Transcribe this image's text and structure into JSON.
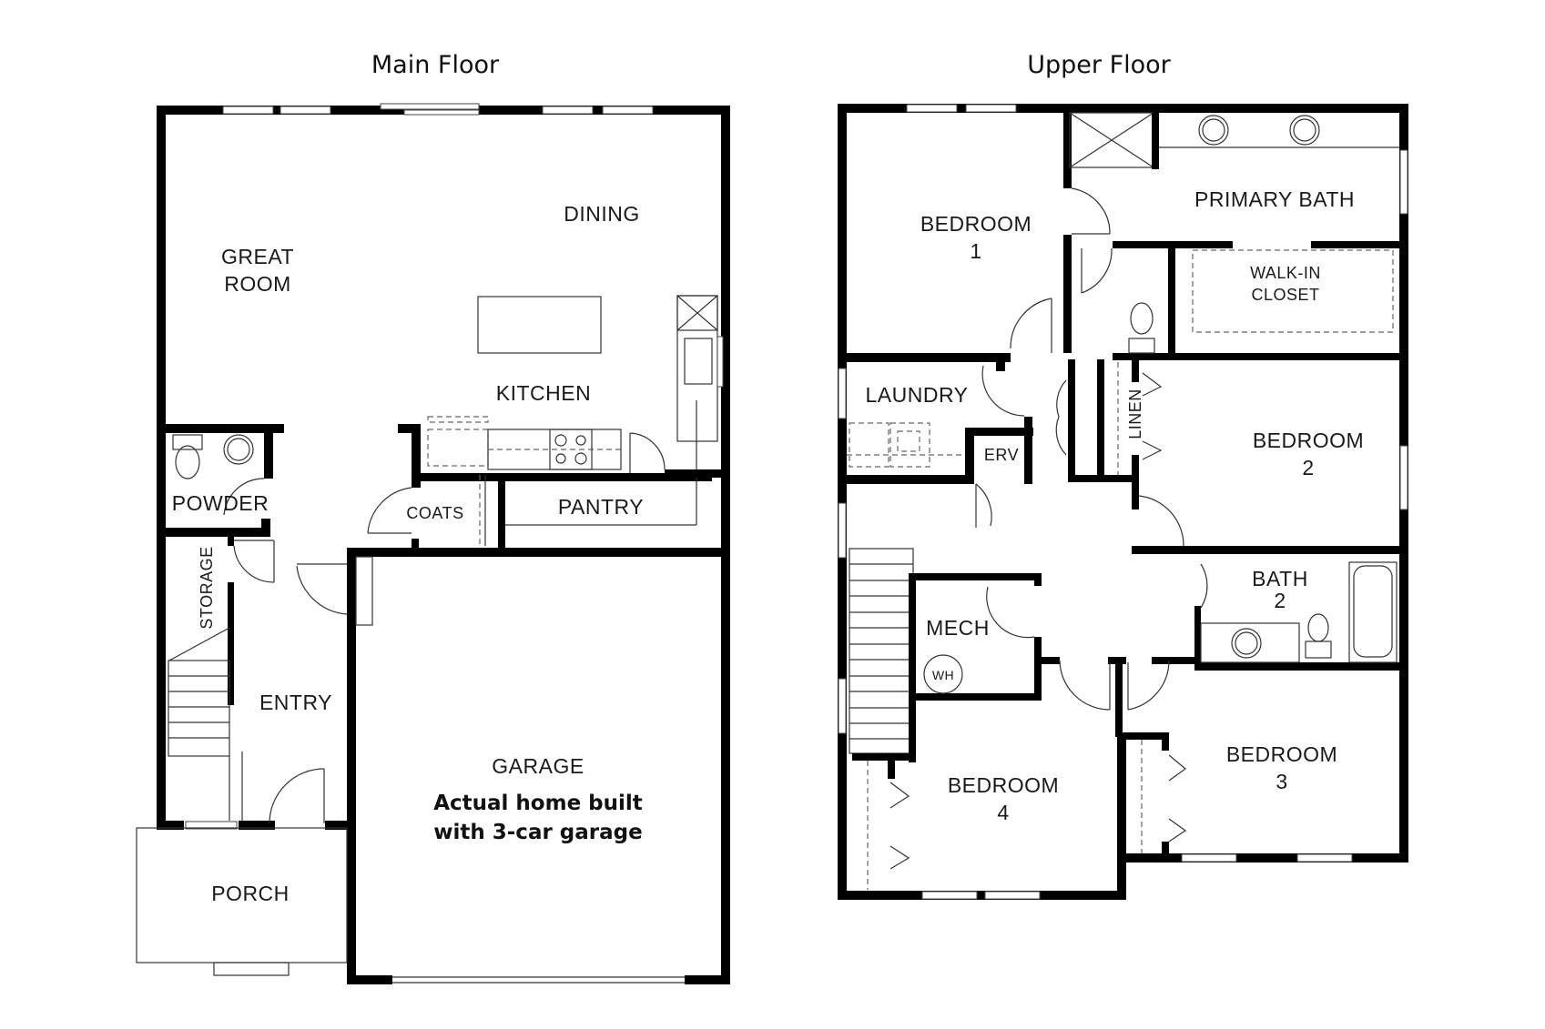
{
  "floors": {
    "main": {
      "title": "Main Floor",
      "rooms": {
        "great_room_l1": "GREAT",
        "great_room_l2": "ROOM",
        "dining": "DINING",
        "kitchen": "KITCHEN",
        "powder": "POWDER",
        "coats": "COATS",
        "pantry": "PANTRY",
        "storage": "STORAGE",
        "entry": "ENTRY",
        "garage": "GARAGE",
        "porch": "PORCH"
      },
      "garage_note_l1": "Actual home built",
      "garage_note_l2": "with 3-car garage"
    },
    "upper": {
      "title": "Upper Floor",
      "rooms": {
        "bedroom1_l1": "BEDROOM",
        "bedroom1_l2": "1",
        "primary_bath": "PRIMARY BATH",
        "walk_in_l1": "WALK-IN",
        "walk_in_l2": "CLOSET",
        "laundry": "LAUNDRY",
        "erv": "ERV",
        "linen": "LINEN",
        "bedroom2_l1": "BEDROOM",
        "bedroom2_l2": "2",
        "bath2_l1": "BATH",
        "bath2_l2": "2",
        "mech": "MECH",
        "water_heater": "WH",
        "bedroom4_l1": "BEDROOM",
        "bedroom4_l2": "4",
        "bedroom3_l1": "BEDROOM",
        "bedroom3_l2": "3"
      }
    }
  }
}
